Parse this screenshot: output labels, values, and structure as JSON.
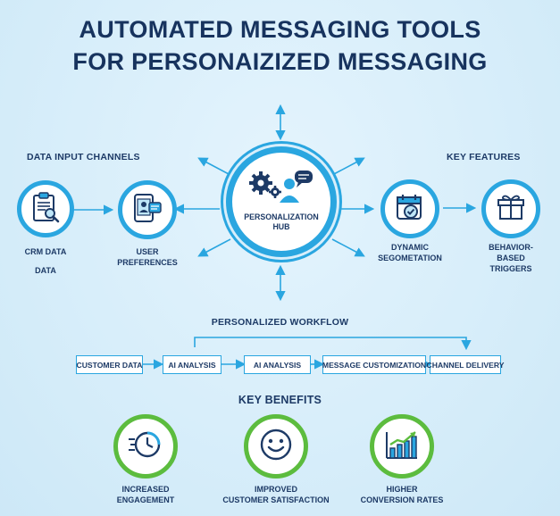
{
  "title": {
    "line1": "AUTOMATED MESSAGING TOOLS",
    "line2": "FOR PERSONAIZIZED MESSAGING"
  },
  "sections": {
    "data_input": "DATA INPUT CHANNELS",
    "key_features": "KEY FEATURES",
    "workflow": "PERSONALIZED WORKFLOW",
    "key_benefits": "KEY BENEFITS"
  },
  "inputs": {
    "crm_label": "CRM DATA",
    "crm_sub": "DATA",
    "user_pref_line1": "USER",
    "user_pref_line2": "PREFERENCES"
  },
  "hub": {
    "line1": "PERSONALIZATION",
    "line2": "HUB"
  },
  "features": {
    "dynamic_line1": "DYNAMIC",
    "dynamic_line2": "SEGOMETATION",
    "behavior_line1": "BEHAVIOR-",
    "behavior_line2": "BASED",
    "behavior_line3": "TRIGGERS"
  },
  "workflow_steps": [
    "CUSTOMER DATA",
    "AI ANALYSIS",
    "AI ANALYSIS",
    "MESSAGE CUSTOMIZATION",
    "CHANNEL DELIVERY"
  ],
  "benefits": {
    "engagement_line1": "INCREASED",
    "engagement_line2": "ENGAGEMENT",
    "satisfaction_line1": "IMPROVED",
    "satisfaction_line2": "CUSTOMER SATISFACTION",
    "conversion_line1": "HIGHER",
    "conversion_line2": "CONVERSION RATES"
  },
  "icons": {
    "crm": "clipboard-search-icon",
    "user_pref": "tablet-profile-icon",
    "hub": "gears-person-chat-icon",
    "dynamic": "calendar-check-icon",
    "behavior": "gift-icon",
    "engagement": "speed-clock-icon",
    "satisfaction": "smiley-icon",
    "conversion": "bar-chart-growth-icon"
  },
  "colors": {
    "title": "#17335e",
    "accent_blue": "#2aa6e0",
    "accent_green": "#5cbc3e",
    "background": "#d8eefa",
    "icon_dark": "#1d3a66"
  }
}
